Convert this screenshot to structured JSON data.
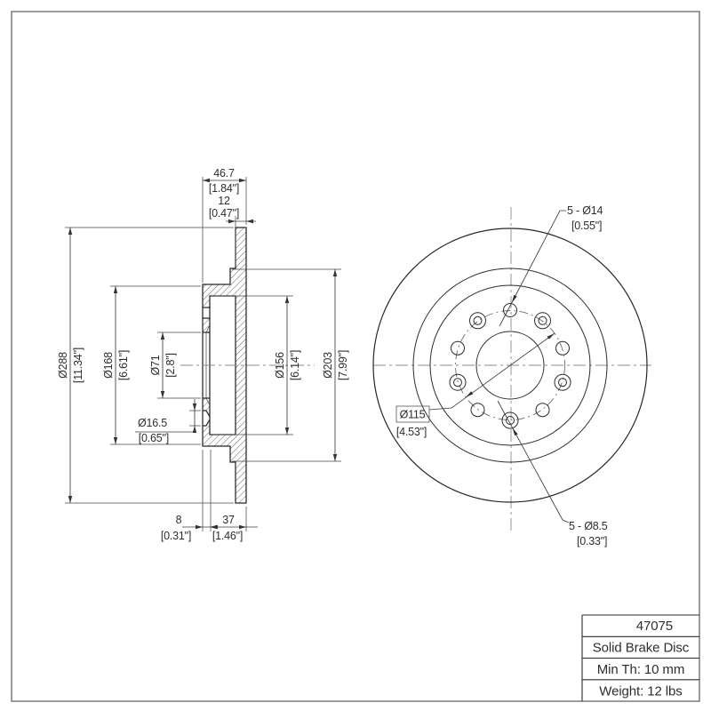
{
  "section_view": {
    "dims": {
      "total_width_mm": "46.7",
      "total_width_in": "[1.84\"]",
      "plate_thickness_mm": "12",
      "plate_thickness_in": "[0.47\"]",
      "outer_diameter_mm": "Ø288",
      "outer_diameter_in": "[11.34\"]",
      "inner_ring_diameter_mm": "Ø168",
      "inner_ring_diameter_in": "[6.61\"]",
      "center_bore_mm": "Ø71",
      "center_bore_in": "[2.8\"]",
      "small_hole_mm": "Ø16.5",
      "small_hole_in": "[0.65\"]",
      "hat_inner_diameter_mm": "Ø156",
      "hat_inner_diameter_in": "[6.14\"]",
      "hat_outer_diameter_mm": "Ø203",
      "hat_outer_diameter_in": "[7.99\"]",
      "hat_face_thickness_mm": "8",
      "hat_face_thickness_in": "[0.31\"]",
      "hat_depth_mm": "37",
      "hat_depth_in": "[1.46\"]"
    }
  },
  "front_view": {
    "lug_holes_mm": "5 - Ø14",
    "lug_holes_in": "[0.55\"]",
    "bolt_circle_mm": "Ø115",
    "bolt_circle_in": "[4.53\"]",
    "small_holes_mm": "5 - Ø8.5",
    "small_holes_in": "[0.33\"]"
  },
  "title_block": {
    "part_number": "47075",
    "product_name": "Solid Brake Disc",
    "min_thickness": "Min Th: 10 mm",
    "weight": "Weight: 12 lbs"
  }
}
